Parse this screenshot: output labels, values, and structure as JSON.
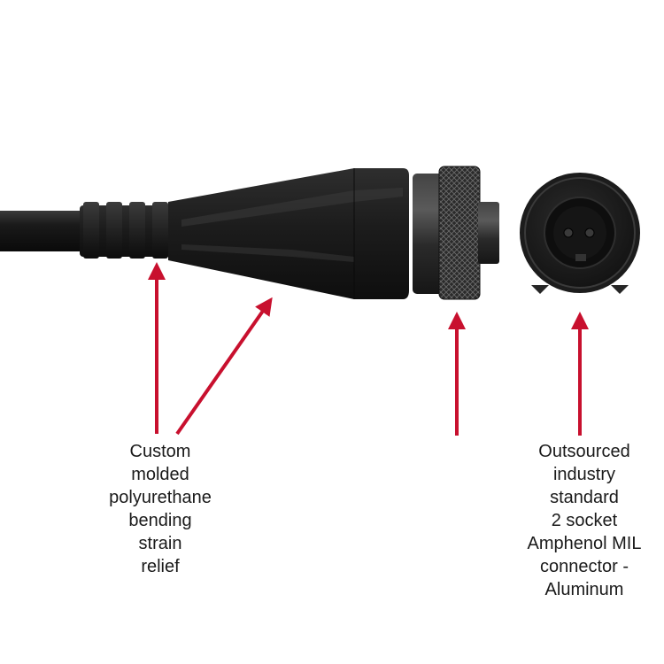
{
  "colors": {
    "arrow": "#c8102e",
    "cable": "#141414",
    "molding": "#1e1e1e",
    "metal": "#262626",
    "text": "#1a1a1a",
    "background": "#ffffff"
  },
  "callouts": {
    "strain_relief": {
      "lines": [
        "Custom",
        "molded",
        "polyurethane",
        "bending",
        "strain",
        "relief"
      ]
    },
    "connector": {
      "lines": [
        "Outsourced",
        "industry",
        "standard",
        "2 socket",
        "Amphenol MIL",
        "connector -",
        "Aluminum"
      ]
    }
  },
  "components": {
    "cable": "cable",
    "strain_relief": "strain-relief-boot",
    "coupling_nut": "knurled-coupling-nut",
    "connector_face": "2-socket-connector-face"
  }
}
